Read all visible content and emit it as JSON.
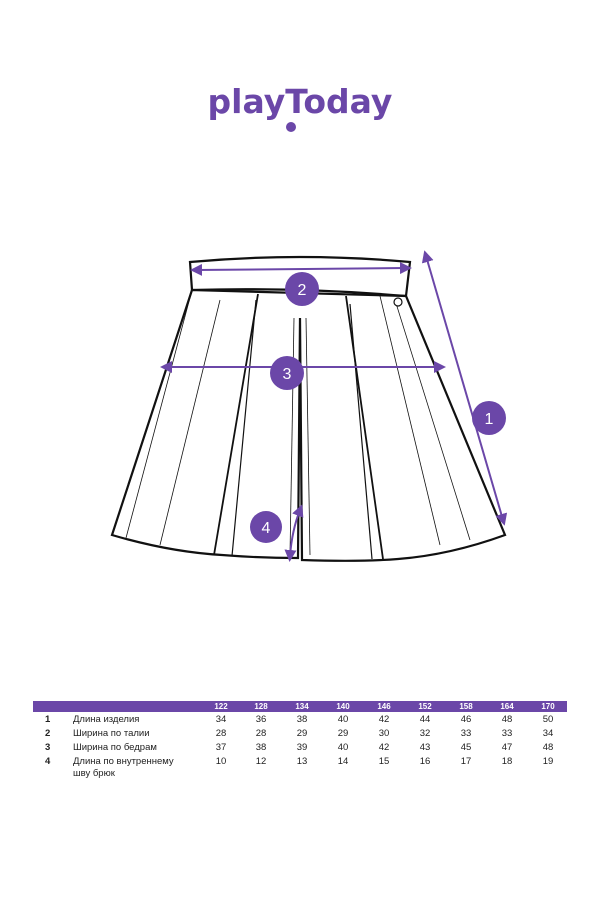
{
  "brand": {
    "logo_text": "playToday",
    "accent_color": "#6b47a8"
  },
  "drawing": {
    "markers": [
      {
        "number": "1",
        "meaning_row": 1
      },
      {
        "number": "2",
        "meaning_row": 2
      },
      {
        "number": "3",
        "meaning_row": 3
      },
      {
        "number": "4",
        "meaning_row": 4
      }
    ]
  },
  "table": {
    "sizes": [
      "122",
      "128",
      "134",
      "140",
      "146",
      "152",
      "158",
      "164",
      "170"
    ],
    "rows": [
      {
        "num": "1",
        "label": "Длина изделия",
        "values": [
          "34",
          "36",
          "38",
          "40",
          "42",
          "44",
          "46",
          "48",
          "50"
        ]
      },
      {
        "num": "2",
        "label": "Ширина по талии",
        "values": [
          "28",
          "28",
          "29",
          "29",
          "30",
          "32",
          "33",
          "33",
          "34"
        ]
      },
      {
        "num": "3",
        "label": "Ширина по бедрам",
        "values": [
          "37",
          "38",
          "39",
          "40",
          "42",
          "43",
          "45",
          "47",
          "48"
        ]
      },
      {
        "num": "4",
        "label": "Длина по внутреннему шву брюк",
        "values": [
          "10",
          "12",
          "13",
          "14",
          "15",
          "16",
          "17",
          "18",
          "19"
        ]
      }
    ]
  }
}
